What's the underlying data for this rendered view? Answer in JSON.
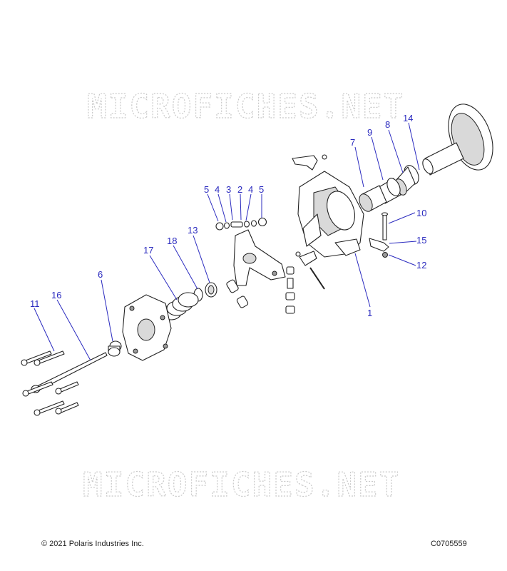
{
  "watermark": "MICROFICHES.NET",
  "callouts": {
    "c1": "1",
    "c2": "2",
    "c3": "3",
    "c4a": "4",
    "c4b": "4",
    "c5a": "5",
    "c5b": "5",
    "c6": "6",
    "c7": "7",
    "c8": "8",
    "c9": "9",
    "c10": "10",
    "c11": "11",
    "c12": "12",
    "c13": "13",
    "c14": "14",
    "c15": "15",
    "c16": "16",
    "c17": "17",
    "c18": "18"
  },
  "footer": {
    "copyright": "© 2021 Polaris Industries Inc.",
    "code": "C0705559"
  },
  "colors": {
    "callout": "#2b2bbf",
    "watermark": "#c9c9c9"
  }
}
